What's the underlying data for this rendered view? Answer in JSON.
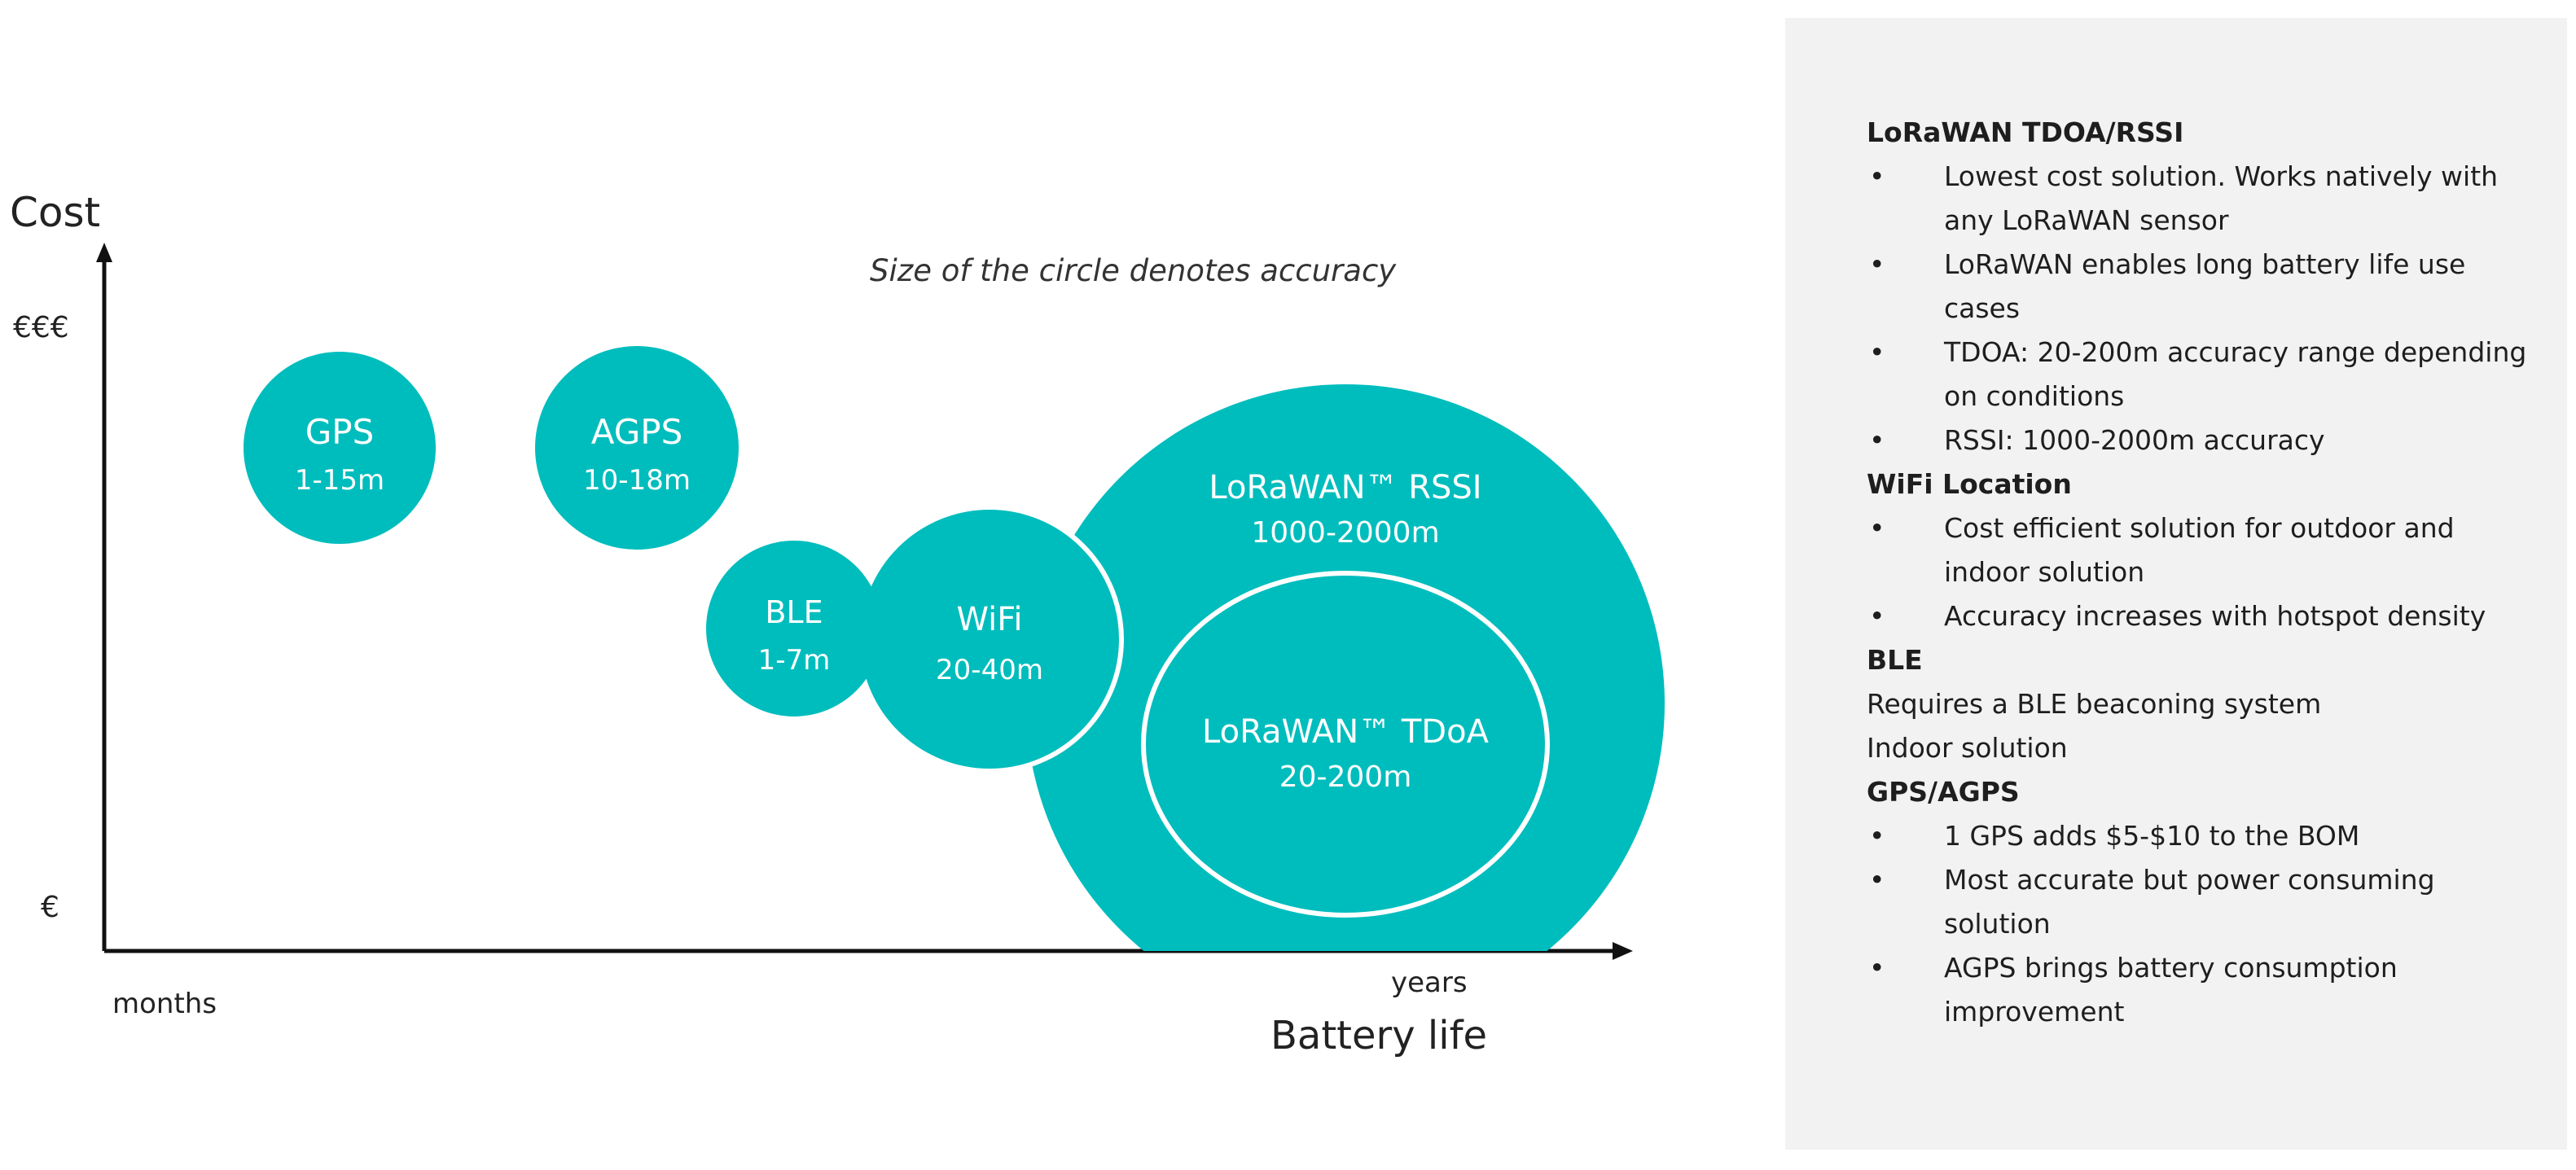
{
  "diagram": {
    "y_axis_label": "Cost",
    "y_high": "€€€",
    "y_low": "€",
    "x_axis_label": "Battery life",
    "x_low": "months",
    "x_high": "years",
    "note": "Size of the circle denotes accuracy",
    "colors": {
      "fill": "#00bdbd",
      "axis": "#111111",
      "outline": "#ffffff"
    },
    "circles": [
      {
        "label": "GPS",
        "range": "1-15m"
      },
      {
        "label": "AGPS",
        "range": "10-18m"
      },
      {
        "label": "BLE",
        "range": "1-7m"
      },
      {
        "label": "WiFi",
        "range": "20-40m"
      },
      {
        "label": "LoRaWAN™ RSSI",
        "range": "1000-2000m"
      },
      {
        "label": "LoRaWAN™ TDoA",
        "range": "20-200m"
      }
    ]
  },
  "panel": {
    "bullet": "•",
    "lorawan": {
      "title": "LoRaWAN TDOA/RSSI",
      "items": [
        "Lowest cost solution. Works natively with any LoRaWAN sensor",
        "LoRaWAN enables long battery life use cases",
        "TDOA: 20-200m accuracy range depending on conditions",
        "RSSI: 1000-2000m accuracy"
      ]
    },
    "wifi": {
      "title": "WiFi Location",
      "items": [
        "Cost efficient solution for outdoor and indoor solution",
        "Accuracy increases with hotspot density"
      ]
    },
    "ble": {
      "title": "BLE",
      "lines": [
        "Requires a BLE beaconing system",
        "Indoor solution"
      ]
    },
    "gps": {
      "title": "GPS/AGPS",
      "items": [
        "1 GPS adds $5-$10 to the BOM",
        "Most accurate but power consuming solution",
        "AGPS brings battery consumption improvement"
      ]
    }
  }
}
